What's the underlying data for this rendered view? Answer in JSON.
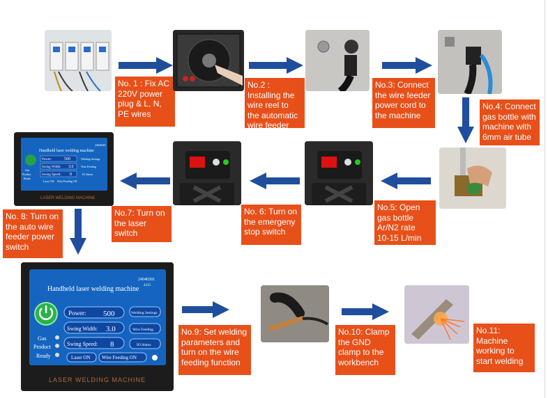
{
  "steps": [
    {
      "id": 1,
      "text": "No. 1 : Fix AC 220V power plug & L, N, PE wires"
    },
    {
      "id": 2,
      "text": "No.2 : Installing the wire reel to the automatic wire feeder"
    },
    {
      "id": 3,
      "text": "No.3: Connect the wire feeder power cord to the machine"
    },
    {
      "id": 4,
      "text": "No.4: Connect gas bottle with machine with 6mm air tube"
    },
    {
      "id": 5,
      "text": "No.5: Open gas bottle\nAr/N2 rate\n10-15 L/min"
    },
    {
      "id": 6,
      "text": "No. 6: Turn on the emergeny stop switch"
    },
    {
      "id": 7,
      "text": "No.7: Turn on the laser switch"
    },
    {
      "id": 8,
      "text": "No. 8: Turn on the auto wire feeder power switch"
    },
    {
      "id": 9,
      "text": "No.9: Set welding parameters and turn on the wire feeding function"
    },
    {
      "id": 10,
      "text": "No.10: Clamp the GND clamp to the workbench"
    },
    {
      "id": 11,
      "text": "No.11: Machine working to start welding"
    }
  ],
  "screen_small": {
    "serial": "24040301",
    "code": "4315",
    "title": "Handheld laser welding machine",
    "power_label": "Power:",
    "power_value": "500",
    "swing_width_label": "Swing Width:",
    "swing_width_value": "3.0",
    "swing_speed_label": "Swing Speed:",
    "swing_speed_value": "8",
    "gas": "Gas",
    "product": "Product",
    "ready": "Ready",
    "laser_on": "Laser ON",
    "wire_feeding_on": "Wire Feeding ON",
    "welding_settings": "Welding Settings",
    "wire_feeding": "Wire Feeding",
    "io_status": "IO Status",
    "brand": "LASER WELDING MACHINE"
  },
  "screen_large": {
    "serial": "24040301",
    "code": "4315",
    "title": "Handheld laser welding machine",
    "power_label": "Power:",
    "power_value": "500",
    "swing_width_label": "Swing Width:",
    "swing_width_value": "3.0",
    "swing_speed_label": "Swing Speed:",
    "swing_speed_value": "8",
    "gas": "Gas",
    "product": "Product",
    "ready": "Ready",
    "laser_on": "Laser ON",
    "wire_feeding_on": "Wire Feeding ON",
    "welding_settings": "Welding Settings",
    "wire_feeding": "Wire Feeding",
    "io_status": "IO Status",
    "brand": "LASER WELDING MACHINE"
  },
  "colors": {
    "label_bg": "#e8501a",
    "arrow": "#1f4e9c",
    "screen_bg": "#1565c0"
  }
}
